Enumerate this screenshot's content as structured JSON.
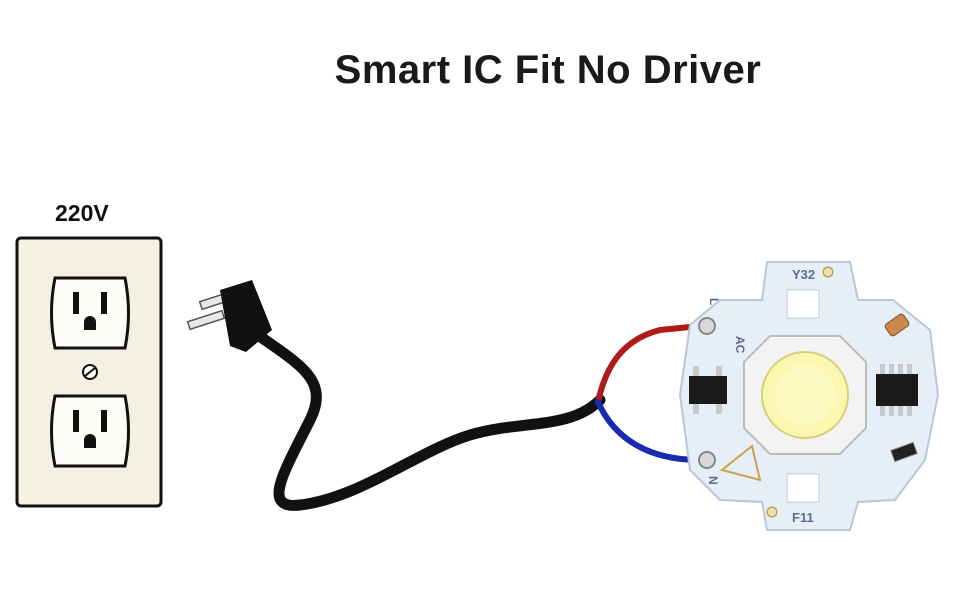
{
  "title": "Smart IC Fit No Driver",
  "outlet": {
    "voltage_label": "220V"
  },
  "pcb": {
    "label_top": "Y32",
    "label_bottom": "F11",
    "pin_l": "L",
    "pin_n": "N",
    "ac_mark": "AC"
  },
  "colors": {
    "wire_live": "#b01a1a",
    "wire_neutral": "#1a2ab0",
    "cable": "#111111",
    "pcb": "#e6eef8",
    "outlet_plate": "#f4f1e2",
    "led": "#fbf7b0"
  }
}
